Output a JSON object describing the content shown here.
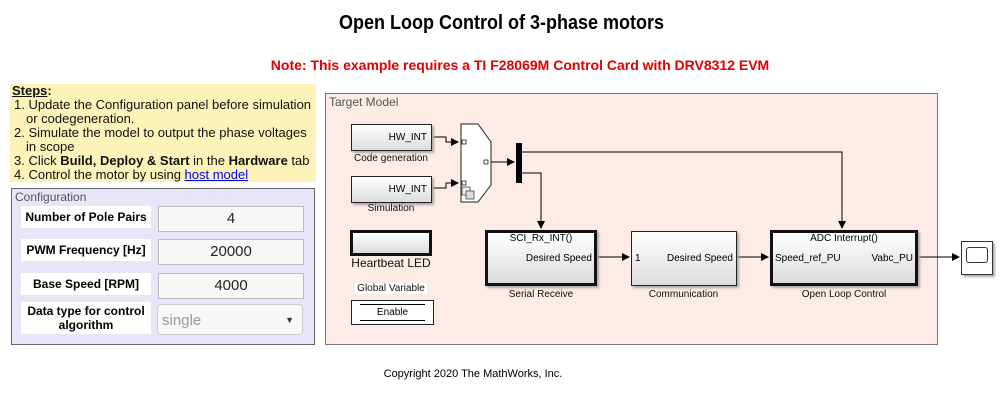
{
  "title": "Open Loop Control of 3-phase motors",
  "note": "Note: This example requires a TI F28069M Control Card with DRV8312 EVM",
  "steps": {
    "heading": "Steps",
    "colon": ":",
    "s1": "1. Update the Configuration panel before simulation or codegeneration.",
    "s2": "2. Simulate the model to output the phase voltages in scope",
    "s3a": "3. Click ",
    "s3b": "Build, Deploy & Start",
    "s3c": " in the ",
    "s3d": "Hardware",
    "s3e": " tab",
    "s4a": "4. Control the motor by using ",
    "s4link": "host model"
  },
  "config": {
    "title": "Configuration",
    "fields": [
      {
        "label": "Number of Pole Pairs",
        "value": "4"
      },
      {
        "label": "PWM Frequency [Hz]",
        "value": "20000"
      },
      {
        "label": "Base Speed [RPM]",
        "value": "4000"
      },
      {
        "label": "Data type for control algorithm",
        "value": "single"
      }
    ]
  },
  "model": {
    "title": "Target Model",
    "hw1": {
      "text": "HW_INT",
      "caption": "Code generation"
    },
    "hw2": {
      "text": "HW_INT",
      "caption": "Simulation"
    },
    "heartbeat": "Heartbeat LED",
    "global_var": "Global Variable",
    "enable": "Enable",
    "serial": {
      "trigger": "SCI_Rx_INT()",
      "out": "Desired Speed",
      "caption": "Serial Receive"
    },
    "comm": {
      "in": "1",
      "out": "Desired Speed",
      "caption": "Communication"
    },
    "olc": {
      "trigger": "ADC Interrupt()",
      "in": "Speed_ref_PU",
      "out": "Vabc_PU",
      "caption": "Open Loop Control"
    }
  },
  "copyright": "Copyright 2020 The MathWorks, Inc."
}
